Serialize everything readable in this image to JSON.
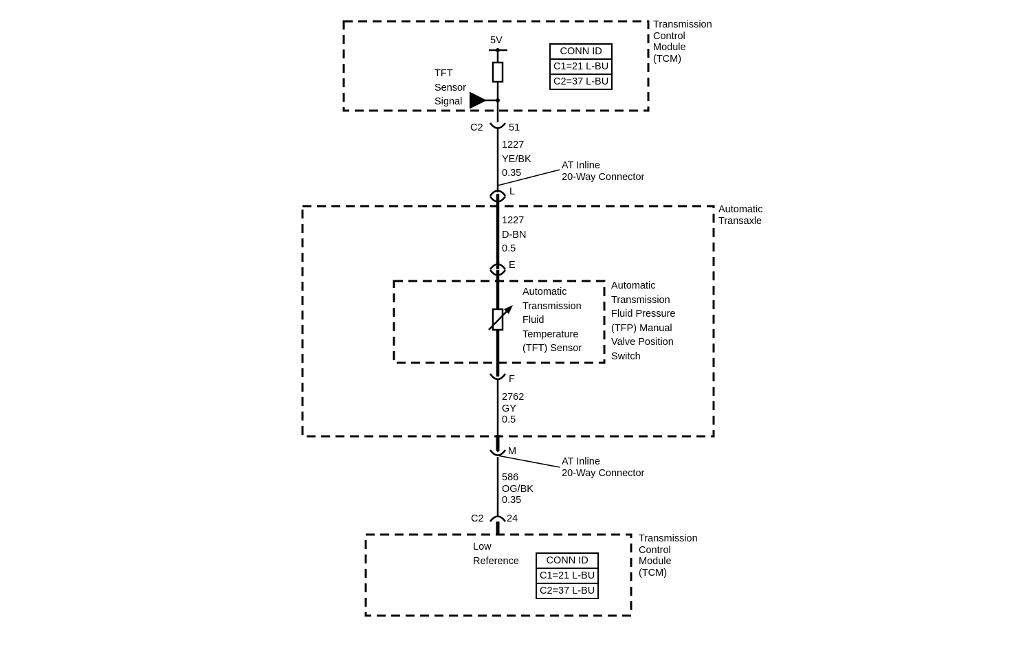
{
  "tcm_top": {
    "label": "Transmission\nControl\nModule\n(TCM)",
    "voltage": "5V",
    "signal_label": "TFT\nSensor\nSignal",
    "conn_table": {
      "header": "CONN ID",
      "rows": [
        "C1=21 L-BU",
        "C2=37 L-BU"
      ]
    }
  },
  "c2_top": {
    "connector": "C2",
    "pin": "51"
  },
  "wire_1": {
    "circuit": "1227\nYE/BK\n0.35"
  },
  "inline_upper": {
    "label": "AT Inline\n20-Way Connector",
    "pin": "L"
  },
  "transaxle": {
    "label": "Automatic\nTransaxle"
  },
  "wire_2": {
    "circuit": "1227\nD-BN\n0.5"
  },
  "pin_e": "E",
  "tft_sensor": {
    "label": "Automatic\nTransmission\nFluid\nTemperature\n(TFT) Sensor"
  },
  "tfp_switch": {
    "label": "Automatic\nTransmission\nFluid Pressure\n(TFP) Manual\nValve Position\nSwitch"
  },
  "pin_f": "F",
  "wire_3": {
    "circuit": "2762\nGY\n0.5"
  },
  "inline_lower": {
    "label": "AT Inline\n20-Way Connector",
    "pin": "M"
  },
  "wire_4": {
    "circuit": "586\nOG/BK\n0.35"
  },
  "c2_bottom": {
    "connector": "C2",
    "pin": "24"
  },
  "tcm_bottom": {
    "label": "Transmission\nControl\nModule\n(TCM)",
    "ref_label": "Low\nReference",
    "conn_table": {
      "header": "CONN ID",
      "rows": [
        "C1=21 L-BU",
        "C2=37 L-BU"
      ]
    }
  }
}
